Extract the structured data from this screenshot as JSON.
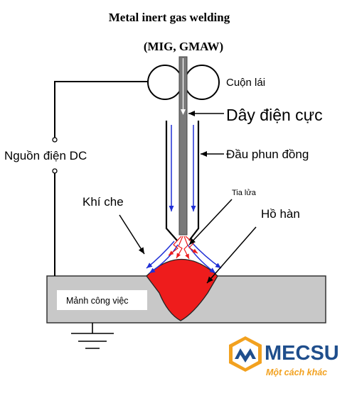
{
  "diagram": {
    "title_line1": "Metal inert gas welding",
    "title_line2": "(MIG, GMAW)",
    "labels": {
      "feed_rollers": "Cuộn lái",
      "electrode_wire": "Dây điện cực",
      "dc_source": "Nguồn điện DC",
      "copper_nozzle": "Đầu phun đồng",
      "shielding_gas": "Khí che",
      "spark": "Tia lửa",
      "weld_pool": "Hồ hàn",
      "workpiece": "Mảnh công việc"
    },
    "colors": {
      "weld_pool": "#ee1c1c",
      "workpiece": "#c8c8c8",
      "gas_arrows": "#1f2fd6",
      "spark": "#ee1c1c",
      "logo_blue": "#1f4e8c",
      "logo_orange": "#f2a11f"
    }
  },
  "logo": {
    "brand": "MECSU",
    "tagline": "Một cách khác"
  }
}
